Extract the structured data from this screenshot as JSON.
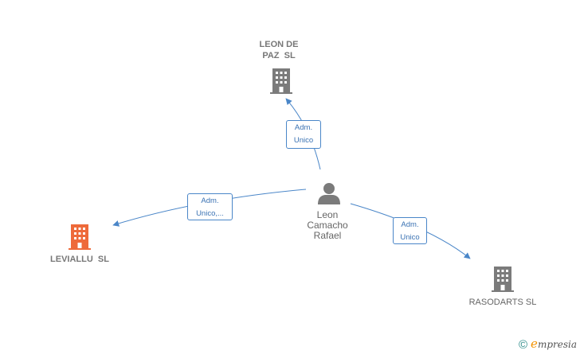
{
  "colors": {
    "edge": "#4a86c8",
    "company_icon": "#7b7b7b",
    "focus_icon": "#ee6a3a",
    "person_icon": "#7b7b7b"
  },
  "nodes": {
    "leon_de_paz": {
      "label": "LEON DE\nPAZ  SL",
      "icon": "building-icon"
    },
    "leviallu": {
      "label": "LEVIALLU  SL",
      "icon": "building-icon"
    },
    "rasodarts": {
      "label": "RASODARTS SL",
      "icon": "building-icon"
    },
    "person": {
      "label": "Leon\nCamacho\nRafael",
      "icon": "person-icon"
    }
  },
  "edges": {
    "to_leon_de_paz": {
      "label": "Adm.\nUnico"
    },
    "to_leviallu": {
      "label": "Adm.\nUnico,..."
    },
    "to_rasodarts": {
      "label": "Adm.\nUnico"
    }
  },
  "footer": {
    "copyright": "©",
    "brand_first": "e",
    "brand_rest": "mpresia"
  }
}
